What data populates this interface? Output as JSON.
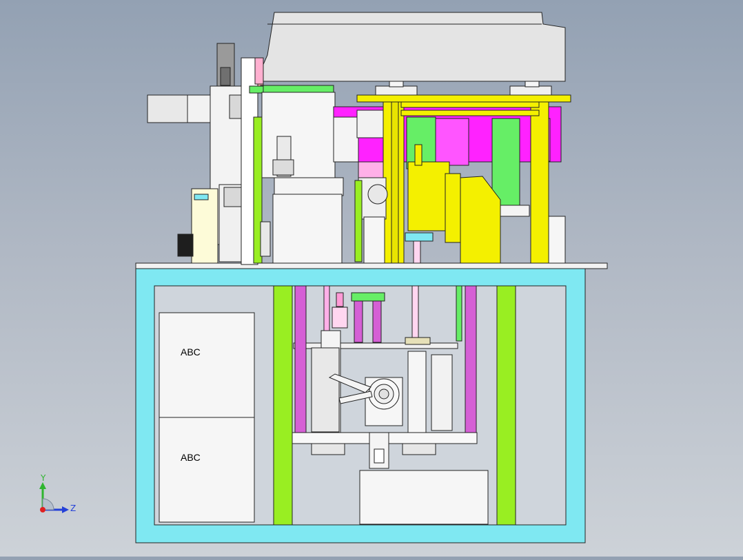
{
  "viewport": {
    "background_top": "#93a1b3",
    "background_bottom": "#cdd2d8"
  },
  "labels": {
    "cabinet_label_upper": "ABC",
    "cabinet_label_lower": "ABC"
  },
  "triad": {
    "y_axis": "Y",
    "z_axis": "Z",
    "y_color": "#2fb52f",
    "z_color": "#2440d8",
    "origin_color": "#e02020"
  },
  "colors": {
    "frame_cyan": "#7fe8f2",
    "rail_green": "#99ee22",
    "pillar_yellow": "#f4f000",
    "block_magenta": "#ff22ff",
    "block_pink": "#ffb0e8",
    "block_green": "#66ee66",
    "rod_violet": "#d55fd5",
    "panel_white": "#f6f6f6",
    "hood_grey": "#e4e4e4"
  }
}
